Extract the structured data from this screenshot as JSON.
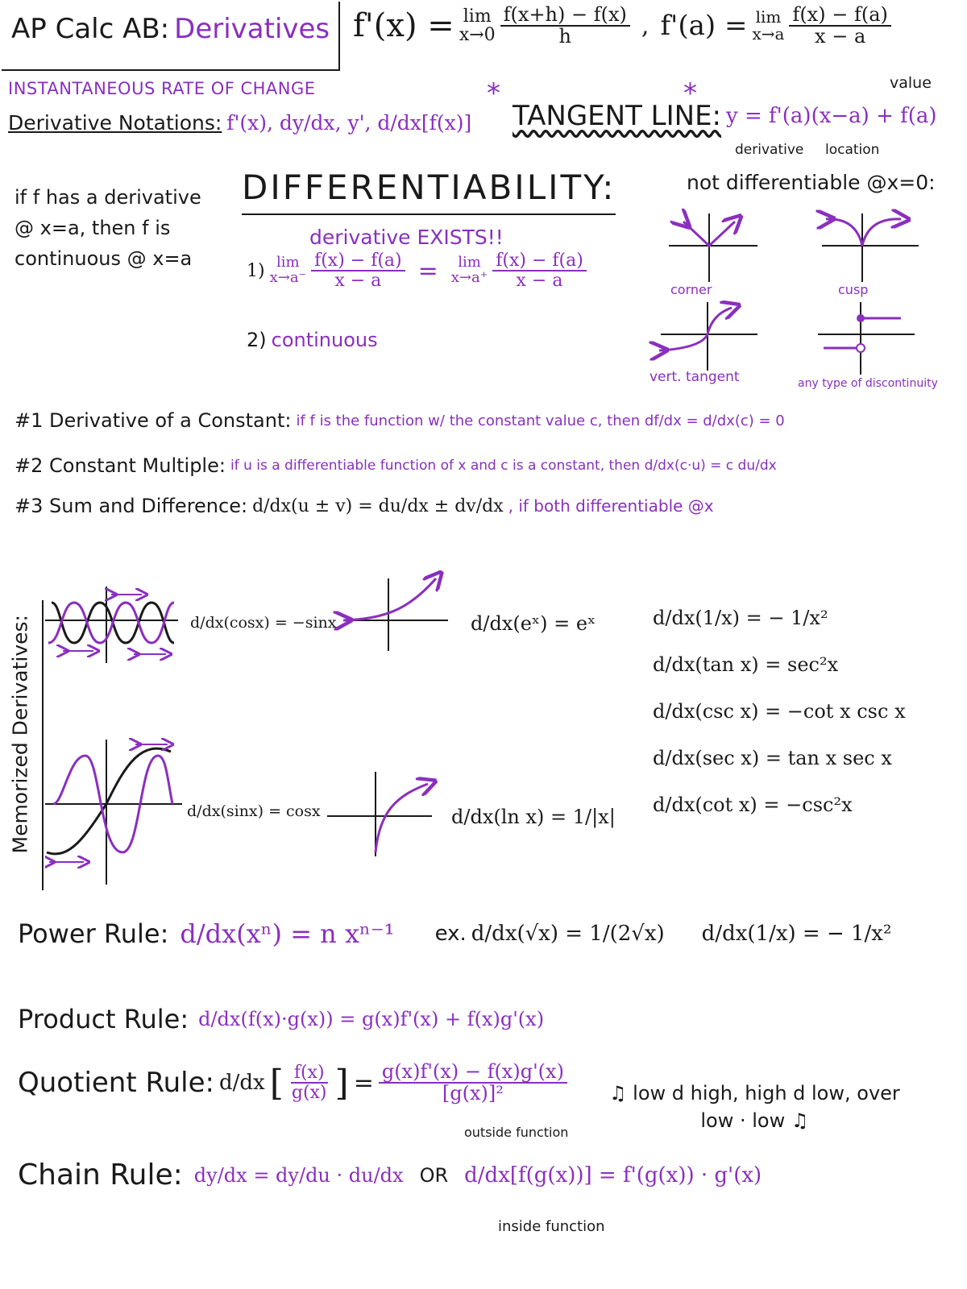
{
  "header": {
    "title_prefix": "AP Calc AB:",
    "title_topic": "Derivatives",
    "def_lhs": "f'(x) =",
    "def_lim": "lim",
    "def_lim_sub": "x→0",
    "def_num": "f(x+h) − f(x)",
    "def_den": "h",
    "alt_lhs": "f'(a) =",
    "alt_lim": "lim",
    "alt_lim_sub": "x→a",
    "alt_num": "f(x) − f(a)",
    "alt_den": "x − a"
  },
  "inst_rate": "INSTANTANEOUS RATE OF CHANGE",
  "notations": {
    "label": "Derivative Notations:",
    "list": "f'(x),  dy/dx,  y',  d/dx[f(x)]"
  },
  "tangent": {
    "star": "*",
    "label": "TANGENT LINE:",
    "formula": "y = f'(a)(x−a) + f(a)",
    "note_value": "value",
    "note_derivative": "derivative",
    "note_location": "location"
  },
  "continuity_note": {
    "line1": "if f has a derivative",
    "line2": "@ x=a, then f is",
    "line3": "continuous @ x=a"
  },
  "differentiability": {
    "heading": "DIFFERENTIABILITY:",
    "exists": "derivative EXISTS!!",
    "cond1_num": "1)",
    "cond1_left_lim": "lim",
    "cond1_left_sub": "x→a⁻",
    "cond1_left_num": "f(x) − f(a)",
    "cond1_left_den": "x − a",
    "cond1_eq": "=",
    "cond1_right_lim": "lim",
    "cond1_right_sub": "x→a⁺",
    "cond1_right_num": "f(x) − f(a)",
    "cond1_right_den": "x − a",
    "cond2_num": "2)",
    "cond2_text": "continuous"
  },
  "not_diff": {
    "heading": "not differentiable @x=0:",
    "corner": "corner",
    "cusp": "cusp",
    "vert": "vert. tangent",
    "disc": "any type of discontinuity"
  },
  "rules": {
    "r1_label": "#1 Derivative of a Constant:",
    "r1_text": "if f is the function w/ the constant value c, then df/dx = d/dx(c) = 0",
    "r2_label": "#2 Constant Multiple:",
    "r2_text": "if u is a differentiable function of x and c is a constant, then d/dx(c·u) = c du/dx",
    "r3_label": "#3 Sum and Difference:",
    "r3_formula": "d/dx(u ± v) = du/dx ± dv/dx",
    "r3_cond": ", if both differentiable @x"
  },
  "memorized": {
    "side_label": "Memorized Derivatives:",
    "cos": "d/dx(cosx) = −sinx",
    "exp": "d/dx(eˣ) = eˣ",
    "sin": "d/dx(sinx) = cosx",
    "ln": "d/dx(ln x) = 1/|x|",
    "recip": "d/dx(1/x) = − 1/x²",
    "tan": "d/dx(tan x) = sec²x",
    "csc": "d/dx(csc x) = −cot x csc x",
    "sec": "d/dx(sec x) = tan x sec x",
    "cot": "d/dx(cot x) = −csc²x"
  },
  "power": {
    "label": "Power Rule:",
    "formula": "d/dx(xⁿ) = n xⁿ⁻¹",
    "ex": "ex.",
    "example": "d/dx(√x) = 1/(2√x)",
    "recip": "d/dx(1/x) = − 1/x²"
  },
  "product": {
    "label": "Product Rule:",
    "formula": "d/dx(f(x)·g(x)) = g(x)f'(x) + f(x)g'(x)"
  },
  "quotient": {
    "label": "Quotient Rule:",
    "lhs_num": "f(x)",
    "lhs_den": "g(x)",
    "rhs_num": "g(x)f'(x) − f(x)g'(x)",
    "rhs_den": "[g(x)]²",
    "mnemonic1": "♫ low d high, high d low, over",
    "mnemonic2": "low · low ♫"
  },
  "chain": {
    "label": "Chain Rule:",
    "formula1": "dy/dx = dy/du · du/dx",
    "or": "OR",
    "formula2": "d/dx[f(g(x))] = f'(g(x)) · g'(x)",
    "outside": "outside function",
    "inside": "inside function"
  },
  "colors": {
    "ink": "#1a1a1a",
    "purple": "#8a2fbf"
  }
}
